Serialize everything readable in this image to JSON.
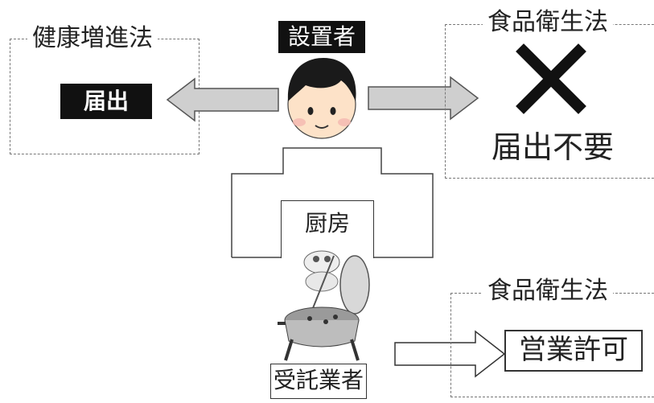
{
  "installer": {
    "label": "設置者"
  },
  "health_law": {
    "title": "健康増進法",
    "action": "届出"
  },
  "food_law_top": {
    "title": "食品衛生法",
    "cross_icon": "cross-icon",
    "status": "届出不要"
  },
  "kitchen": {
    "label": "厨房"
  },
  "contractor": {
    "label": "受託業者"
  },
  "food_law_bottom": {
    "title": "食品衛生法",
    "permit": "営業許可"
  },
  "colors": {
    "arrow_fill": "#cfcfcf",
    "face_fill": "#fde2c8",
    "hair": "#1a1a1a"
  }
}
